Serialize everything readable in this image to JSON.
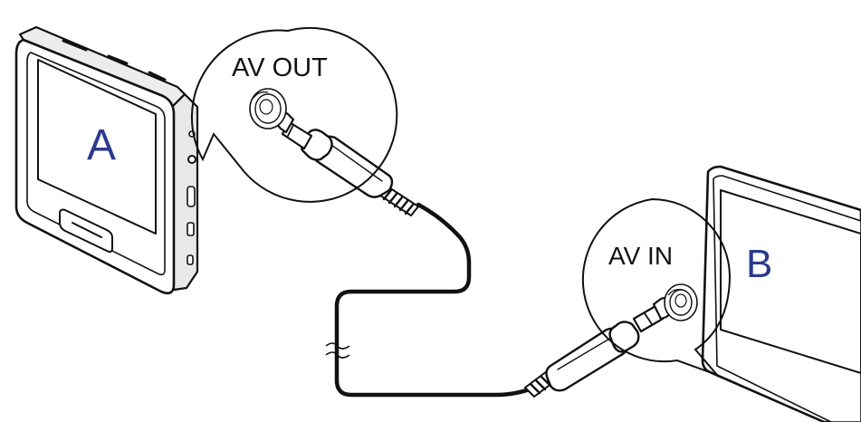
{
  "devices": {
    "a": {
      "letter": "A"
    },
    "b": {
      "letter": "B"
    }
  },
  "callouts": {
    "out": {
      "label": "AV OUT"
    },
    "in": {
      "label": "AV IN"
    }
  },
  "colors": {
    "device_letter": "#2b3a8a",
    "line": "#111111",
    "background": "#ffffff"
  }
}
